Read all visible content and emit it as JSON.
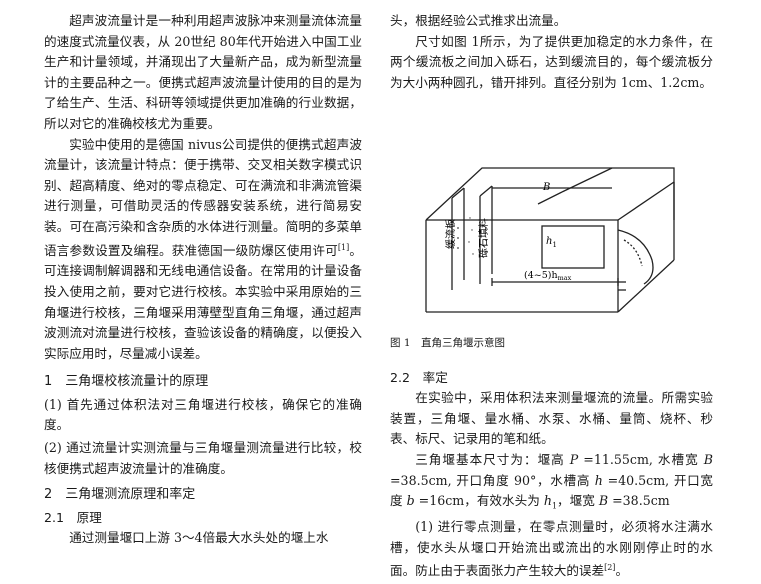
{
  "left": {
    "p_intro": "超声波流量计是一种利用超声波脉冲来测量流体流量的速度式流量仪表，从 20世纪 80年代开始进入中国工业生产和计量领域，并涌现出了大量新产品，成为新型流量计的主要品种之一。便携式超声波流量计使用的目的是为了给生产、生活、科研等领域提供更加准确的行业数据，所以对它的准确校核尤为重要。",
    "p2_a": "实验中使用的是德国 nivus公司提供的便携式超声波流量计，该流量计特点：便于携带、交叉相关数字模式识别、超高精度、绝对的零点稳定、可在满流和非满流管渠进行测量，可借助灵活的传感器安装系统，进行简易安装。可在高污染和含杂质的水体进行测量。简明的多菜单语言参数设置及编程。获准德国一级防爆区使用许可",
    "p2_ref": "[1]",
    "p2_b": "。可连接调制解调器和无线电通信设备。在常用的计量设备投入使用之前，要对它进行校核。本实验中采用原始的三角堰进行校核，三角堰采用薄壁型直角三角堰，通过超声波测流对流量进行校核，查验该设备的精确度，以便投入实际应用时，尽量减小误差。",
    "h_sec1": "1　三角堰校核流量计的原理",
    "item1": "(1) 首先通过体积法对三角堰进行校核，确保它的准确度。",
    "item2": "(2) 通过流量计实测流量与三角堰量测流量进行比较，校核便携式超声波流量计的准确度。",
    "h_sec2": "2　三角堰测流原理和率定",
    "h_sub21": "2.1　原理",
    "p_bottom": "通过测量堰口上游 3～4倍最大水头处的堰上水"
  },
  "right": {
    "p_top": "头，根据经验公式推求出流量。",
    "p_size": "尺寸如图 1所示，为了提供更加稳定的水力条件，在两个缓流板之间加入砾石，达到缓流目的，每个缓流板分为大小两种圆孔，错开排列。直径分别为 1cm、1.2cm。",
    "figure": {
      "label_baffle": "缓流板",
      "label_gravel": "砾石填料",
      "label_B": "B",
      "label_h1": "h",
      "label_h1_sub": "1",
      "label_hmax": "(4~5)h",
      "label_hmax_sub": "max",
      "caption": "图 1　直角三角堰示意图"
    },
    "h_sub22": "2.2　率定",
    "p_cal": "在实验中，采用体积法来测量堰流的流量。所需实验装置，三角堰、量水桶、水泵、水桶、量筒、烧杯、秒表、标尺、记录用的笔和纸。",
    "dims_intro": "三角堰基本尺寸为：堰高 ",
    "dim_P_var": "P",
    "dim_P_val": " =11.55cm, 水槽宽 ",
    "dim_B_var": "B",
    "dim_B_val": " =38.5cm, 开口角度 90°，水槽高 ",
    "dim_h_var": "h",
    "dim_h_val": " =40.5cm, 开口宽度 ",
    "dim_b_var": "b",
    "dim_b_val": " =16cm，有效水头为 ",
    "dim_h1_var": "h",
    "dim_h1_sub": "1",
    "dim_end1": "，堰宽 ",
    "dim_B2_var": "B",
    "dim_B2_val": " =38.5cm",
    "item_zero": "(1) 进行零点测量，在零点测量时，必须将水注满水槽，使水头从堰口开始流出或流出的水刚刚停止时的水面。防止由于表面张力产生较大的误差",
    "item_zero_ref": "[2]",
    "item_zero_end": "。"
  }
}
